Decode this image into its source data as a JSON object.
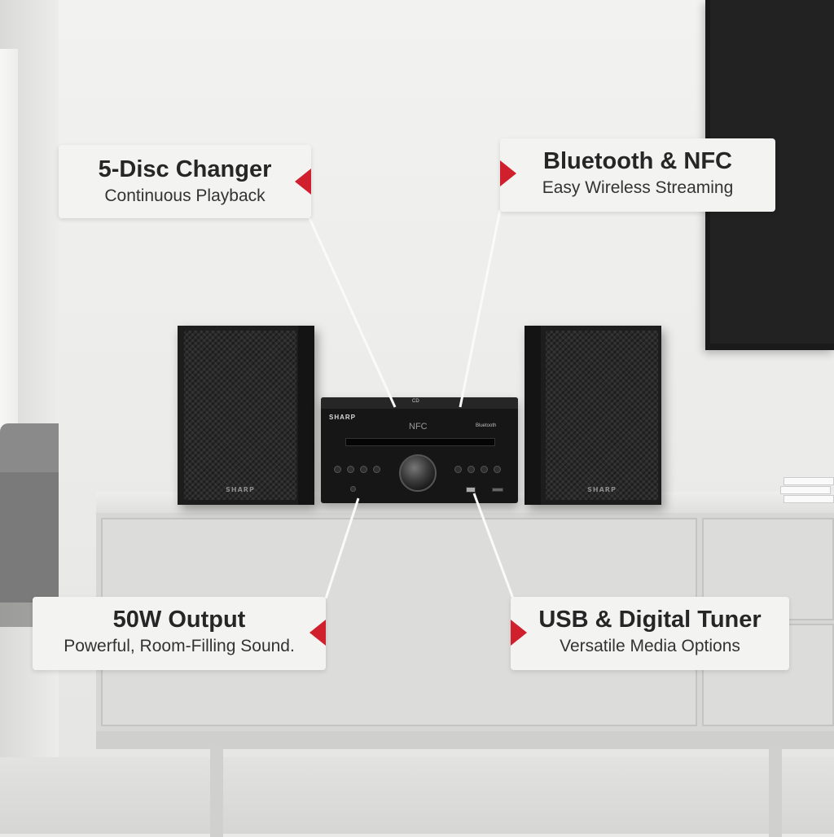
{
  "callouts": {
    "disc_changer": {
      "title": "5-Disc Changer",
      "subtitle": "Continuous Playback"
    },
    "bluetooth": {
      "title": "Bluetooth & NFC",
      "subtitle": "Easy Wireless Streaming"
    },
    "output": {
      "title": "50W Output",
      "subtitle": "Powerful, Room-Filling Sound."
    },
    "usb_tuner": {
      "title": "USB & Digital Tuner",
      "subtitle": "Versatile Media Options"
    }
  },
  "device": {
    "brand": "SHARP",
    "speaker_logo": "SHARP",
    "nfc_label": "NFC",
    "bluetooth_label": "Bluetooth",
    "disc_label": "CD"
  },
  "colors": {
    "accent_marker": "#d01f2d",
    "callout_bg": "#f3f3f2",
    "device_body": "#161616"
  }
}
